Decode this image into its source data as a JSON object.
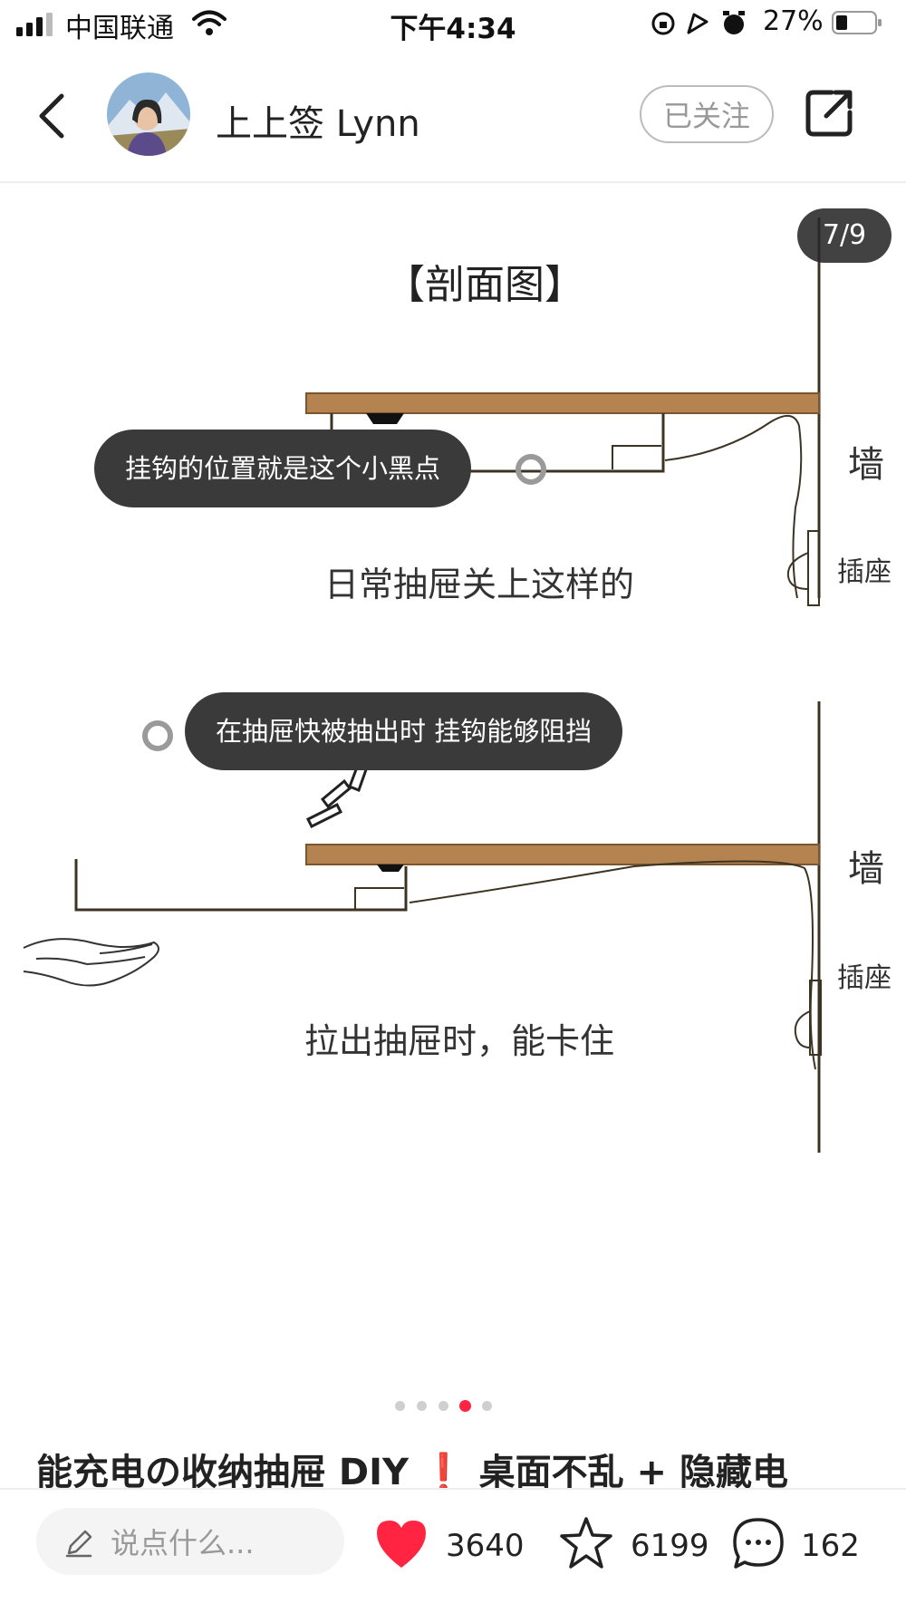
{
  "status_bar": {
    "carrier": "中国联通",
    "time": "下午4:34",
    "battery": "27%"
  },
  "header": {
    "username": "上上签 Lynn",
    "follow_label": "已关注"
  },
  "gallery": {
    "counter": "7/9",
    "title": "【剖面图】",
    "tag_1": "挂钩的位置就是这个小黑点",
    "tag_2": "在抽屉快被抽出时 挂钩能够阻挡",
    "caption_1": "日常抽屉关上这样的",
    "caption_2": "拉出抽屉时，能卡住",
    "wall_label": "墙",
    "outlet_label": "插座",
    "dots_total": 5,
    "dots_active_index": 3
  },
  "post": {
    "title": "能充电の收纳抽屉 DIY ❗ 桌面不乱 + 隐藏电"
  },
  "bottom_bar": {
    "comment_placeholder": "说点什么...",
    "likes": "3640",
    "collects": "6199",
    "comments": "162"
  },
  "colors": {
    "accent": "#ff2442",
    "board": "#b5834f",
    "tag_bg": "#3a3a3a"
  }
}
